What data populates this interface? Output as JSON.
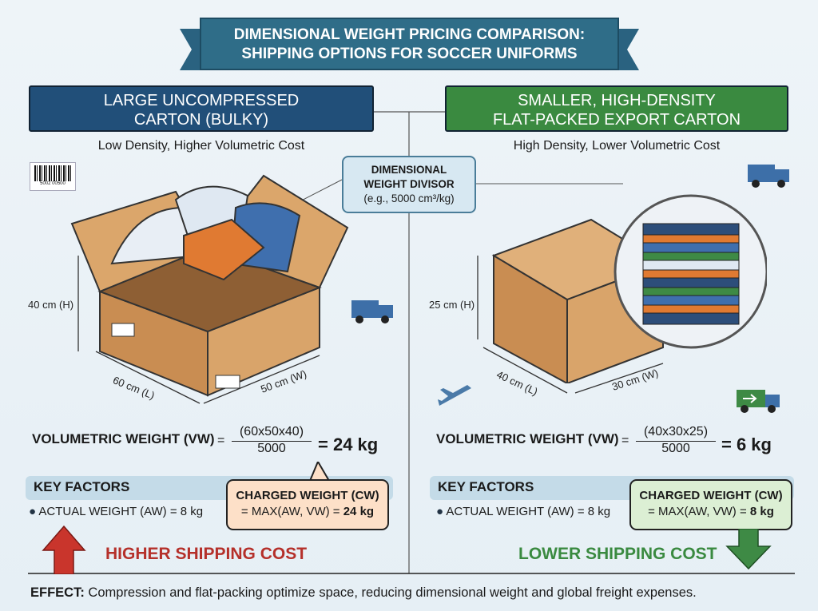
{
  "title": {
    "line1": "DIMENSIONAL WEIGHT PRICING COMPARISON:",
    "line2": "SHIPPING OPTIONS FOR SOCCER UNIFORMS"
  },
  "left": {
    "header_line1": "LARGE UNCOMPRESSED",
    "header_line2": "CARTON (BULKY)",
    "subtitle": "Low Density, Higher Volumetric Cost",
    "barcode_text": "5002 00500",
    "height": "40 cm (H)",
    "length": "60 cm (L)",
    "width": "50 cm (W)",
    "vw_label": "VOLUMETRIC WEIGHT (VW)",
    "eq": "=",
    "numerator": "(60x50x40)",
    "denominator": "5000",
    "result": "= 24 kg",
    "key_factors": "KEY FACTORS",
    "actual_weight": "ACTUAL WEIGHT (AW) = 8 kg",
    "cw_title": "CHARGED WEIGHT (CW)",
    "cw_formula": "= MAX(AW, VW) = ",
    "cw_value": "24 kg",
    "cost": "HIGHER SHIPPING COST",
    "cost_color": "#b5302a"
  },
  "right": {
    "header_line1": "SMALLER, HIGH-DENSITY",
    "header_line2": "FLAT-PACKED EXPORT CARTON",
    "subtitle": "High Density, Lower Volumetric Cost",
    "height": "25 cm (H)",
    "length": "40 cm (L)",
    "width": "30 cm (W)",
    "vw_label": "VOLUMETRIC WEIGHT (VW)",
    "eq": "=",
    "numerator": "(40x30x25)",
    "denominator": "5000",
    "result": "= 6 kg",
    "key_factors": "KEY FACTORS",
    "actual_weight": "ACTUAL WEIGHT (AW) = 8 kg",
    "cw_title": "CHARGED WEIGHT (CW)",
    "cw_formula": "= MAX(AW, VW) = ",
    "cw_value": "8 kg",
    "cost": "LOWER SHIPPING COST",
    "cost_color": "#3a8a40"
  },
  "divisor": {
    "line1": "DIMENSIONAL",
    "line2": "WEIGHT DIVISOR",
    "line3": "(e.g., 5000 cm³/kg)"
  },
  "effect": {
    "label": "EFFECT:",
    "text": " Compression and flat-packing optimize space, reducing dimensional weight and global freight expenses."
  },
  "icons": [
    "truck-icon",
    "airplane-icon",
    "barcode-icon",
    "up-arrow-icon",
    "down-arrow-icon"
  ]
}
